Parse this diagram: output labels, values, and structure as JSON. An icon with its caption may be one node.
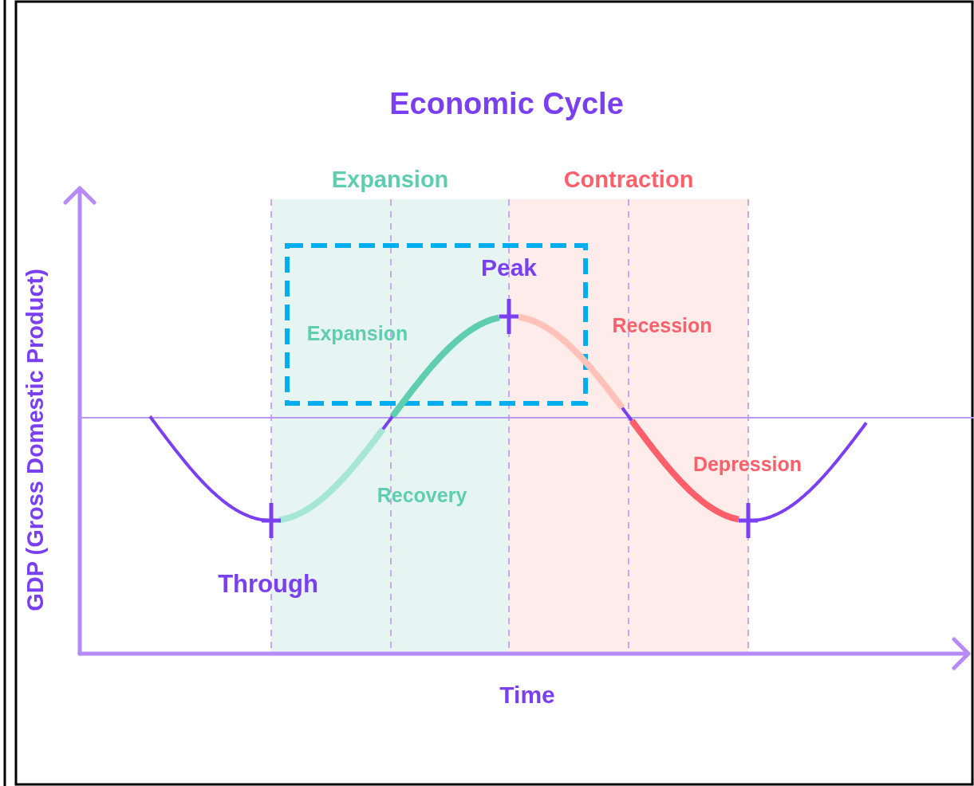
{
  "diagram": {
    "title": "Economic Cycle",
    "labels": [
      "Expansion",
      "Contraction",
      "Peak",
      "Expansion",
      "Recession",
      "Depression",
      "Recovery",
      "Through",
      "Time",
      "GDP (Gross Domestic Product)"
    ]
  }
}
